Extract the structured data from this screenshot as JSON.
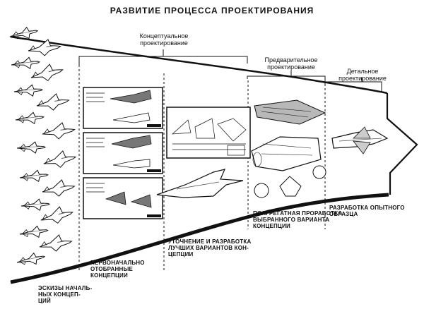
{
  "title": "РАЗВИТИЕ ПРОЦЕССА ПРОЕКТИРОВАНИЯ",
  "phases": [
    {
      "id": "conceptual",
      "label": "Концептуальное\nпроектирование"
    },
    {
      "id": "preliminary",
      "label": "Предварительное\nпроектирование"
    },
    {
      "id": "detailed",
      "label": "Детальное\nпроектирование"
    }
  ],
  "stages": [
    {
      "id": "sketches",
      "label": "ЭСКИЗЫ НАЧАЛЬ-\nНЫХ КОНЦЕП-\nЦИЙ"
    },
    {
      "id": "initial",
      "label": "ПЕРВОНАЧАЛЬНО\nОТОБРАННЫЕ\nКОНЦЕПЦИИ"
    },
    {
      "id": "refine",
      "label": "УТОЧНЕНИЕ И РАЗРАБОТКА\nЛУЧШИХ ВАРИАНТОВ КОН-\nЦЕПЦИИ"
    },
    {
      "id": "unit",
      "label": "ПОАГРЕГАТНАЯ ПРОРАБОТКА\nВЫБРАННОГО ВАРИАНТА\nКОНЦЕПЦИИ"
    },
    {
      "id": "prototype",
      "label": "РАЗРАБОТКА ОПЫТНОГО\nОБРАЗЦА"
    }
  ],
  "colors": {
    "ink": "#111111",
    "paper": "#ffffff",
    "shade": "#b8b8b8"
  }
}
